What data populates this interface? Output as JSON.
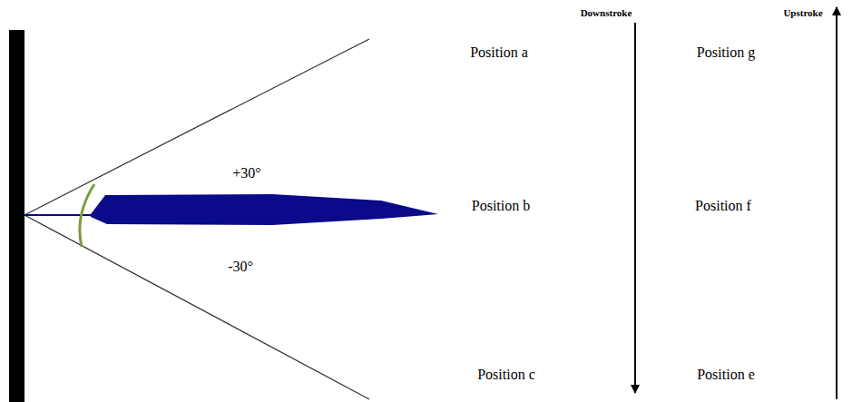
{
  "diagram": {
    "labels": [
      "Downstroke",
      "Upstroke",
      "Position a",
      "Position g",
      "+30°",
      "Position b",
      "Position f",
      "-30°",
      "Position c",
      "Position e"
    ]
  }
}
